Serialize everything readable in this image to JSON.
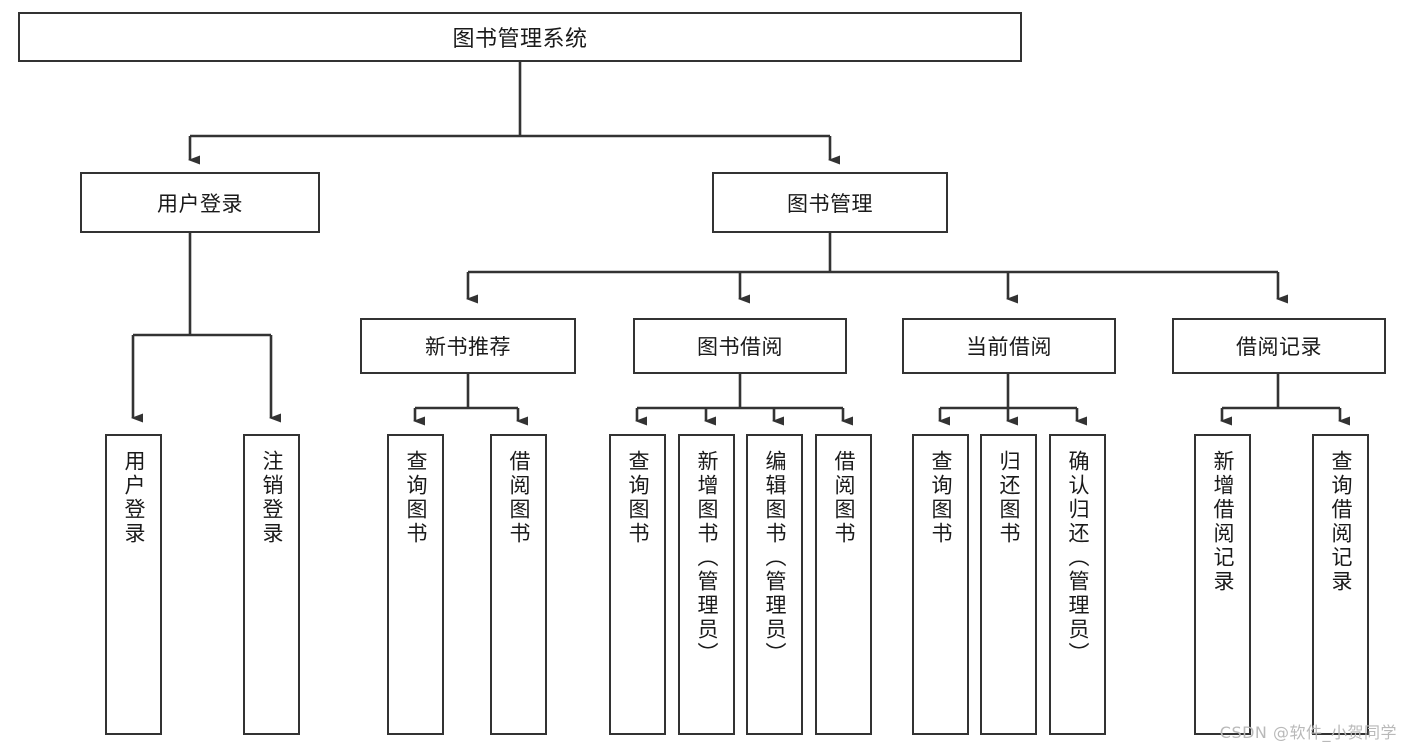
{
  "diagram": {
    "type": "tree",
    "title": "图书管理系统",
    "orientation": "top-down",
    "edge_color": "#333333",
    "box_border_color": "#333333",
    "box_fill_color": "#ffffff",
    "background_color": "#ffffff"
  },
  "root": {
    "label": "图书管理系统"
  },
  "level2": [
    {
      "label": "用户登录"
    },
    {
      "label": "图书管理"
    }
  ],
  "level3": [
    {
      "label": "新书推荐"
    },
    {
      "label": "图书借阅"
    },
    {
      "label": "当前借阅"
    },
    {
      "label": "借阅记录"
    }
  ],
  "leaves": {
    "user_login": [
      {
        "label": "用户登录"
      },
      {
        "label": "注销登录"
      }
    ],
    "new_book_recommend": [
      {
        "label": "查询图书"
      },
      {
        "label": "借阅图书"
      }
    ],
    "book_borrow": [
      {
        "label": "查询图书"
      },
      {
        "label": "新增图书（管理员）"
      },
      {
        "label": "编辑图书（管理员）"
      },
      {
        "label": "借阅图书"
      }
    ],
    "current_borrow": [
      {
        "label": "查询图书"
      },
      {
        "label": "归还图书"
      },
      {
        "label": "确认归还（管理员）"
      }
    ],
    "borrow_record": [
      {
        "label": "新增借阅记录"
      },
      {
        "label": "查询借阅记录"
      }
    ]
  },
  "watermark": {
    "text": "CSDN @软件_小贺同学"
  }
}
